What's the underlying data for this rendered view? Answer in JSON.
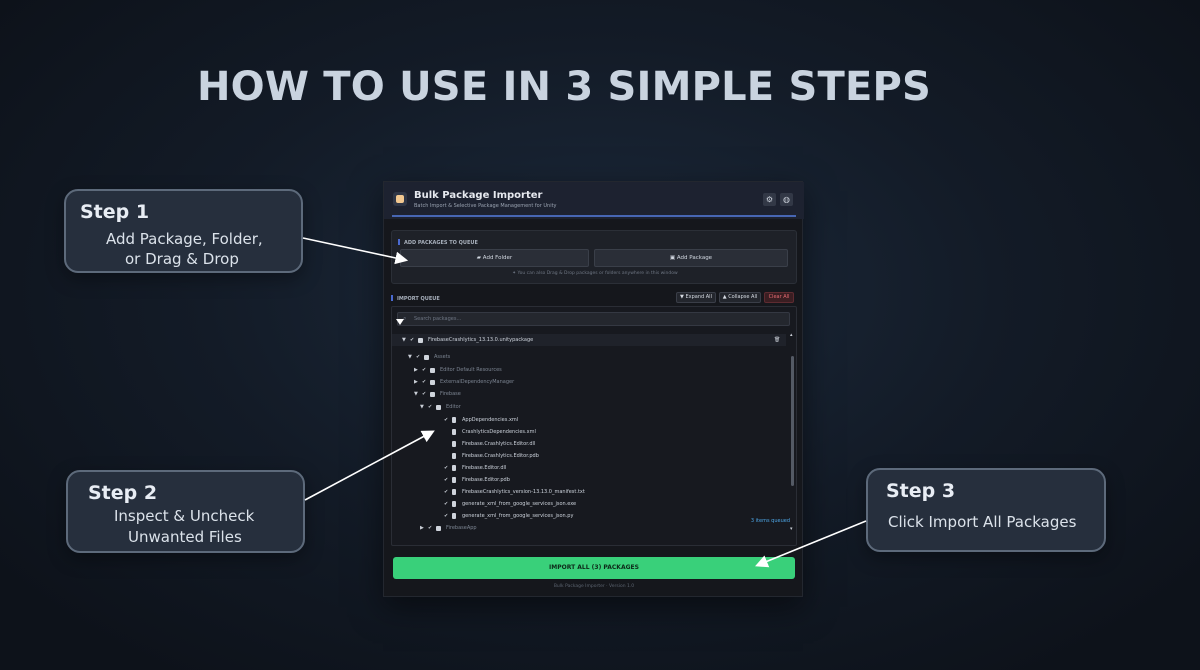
{
  "headline": "HOW TO USE IN 3 SIMPLE STEPS",
  "callouts": {
    "step1": {
      "title": "Step 1",
      "line1": "Add Package, Folder,",
      "line2": "or Drag & Drop"
    },
    "step2": {
      "title": "Step 2",
      "line1": "Inspect & Uncheck",
      "line2": "Unwanted Files"
    },
    "step3": {
      "title": "Step 3",
      "line1": "Click Import All Packages"
    }
  },
  "app": {
    "title": "Bulk Package Importer",
    "subtitle": "Batch Import & Selective Package Management for Unity",
    "header_icons": [
      "settings-icon",
      "globe-icon"
    ],
    "add_section": {
      "label": "ADD PACKAGES TO QUEUE",
      "add_folder": "Add Folder",
      "add_package": "Add Package",
      "hint": "You can also Drag & Drop packages or folders anywhere in this window"
    },
    "queue": {
      "label": "IMPORT QUEUE",
      "expand_all": "Expand All",
      "collapse_all": "Collapse All",
      "clear_all": "Clear All",
      "search_placeholder": "Search packages...",
      "items_queued": "3 items queued",
      "tree": [
        {
          "label": "FirebaseCrashlytics_13.13.0.unitypackage",
          "type": "package",
          "checked": true,
          "expanded": true
        },
        {
          "label": "Assets",
          "type": "folder",
          "checked": true,
          "expanded": true
        },
        {
          "label": "Editor Default Resources",
          "type": "folder",
          "checked": true,
          "expanded": false
        },
        {
          "label": "ExternalDependencyManager",
          "type": "folder",
          "checked": true,
          "expanded": false
        },
        {
          "label": "Firebase",
          "type": "folder",
          "checked": true,
          "expanded": true
        },
        {
          "label": "Editor",
          "type": "folder",
          "checked": true,
          "expanded": true
        },
        {
          "label": "AppDependencies.xml",
          "type": "file",
          "checked": true
        },
        {
          "label": "CrashlyticsDependencies.xml",
          "type": "file",
          "checked": false
        },
        {
          "label": "Firebase.Crashlytics.Editor.dll",
          "type": "file",
          "checked": false
        },
        {
          "label": "Firebase.Crashlytics.Editor.pdb",
          "type": "file",
          "checked": false
        },
        {
          "label": "Firebase.Editor.dll",
          "type": "file",
          "checked": true
        },
        {
          "label": "Firebase.Editor.pdb",
          "type": "file",
          "checked": true
        },
        {
          "label": "FirebaseCrashlytics_version-13.13.0_manifest.txt",
          "type": "file",
          "checked": true
        },
        {
          "label": "generate_xml_from_google_services_json.exe",
          "type": "file",
          "checked": true
        },
        {
          "label": "generate_xml_from_google_services_json.py",
          "type": "file",
          "checked": true
        },
        {
          "label": "FirebaseApp",
          "type": "folder",
          "checked": true,
          "expanded": false
        }
      ]
    },
    "import_button": "IMPORT ALL (3) PACKAGES",
    "footer": "Bulk Package Importer · Version 1.0"
  },
  "colors": {
    "accent": "#4766b3",
    "import_green": "#39d07a",
    "clear_red": "#e46a72",
    "queued_blue": "#4da6e6"
  }
}
